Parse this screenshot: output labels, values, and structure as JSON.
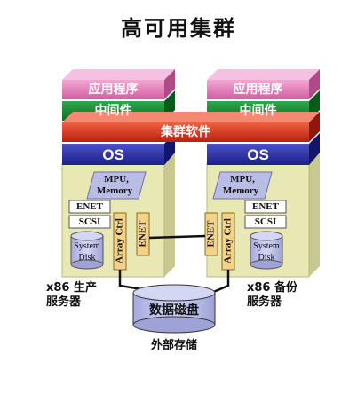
{
  "title": "高可用集群",
  "cluster_bar": {
    "label": "集群软件"
  },
  "left_server": {
    "app_label": "应用程序",
    "middleware_label": "中间件",
    "os_label": "OS",
    "cpu_label_line1": "MPU,",
    "cpu_label_line2": "Memory",
    "enet_label": "ENET",
    "scsi_label": "SCSI",
    "disk_line1": "System",
    "disk_line2": "Disk",
    "array_ctrl_label": "Array Ctrl",
    "enet_card_label": "ENET",
    "caption_line1": "x86 生产",
    "caption_line2": "服务器"
  },
  "right_server": {
    "app_label": "应用程序",
    "middleware_label": "中间件",
    "os_label": "OS",
    "cpu_label_line1": "MPU,",
    "cpu_label_line2": "Memory",
    "enet_label": "ENET",
    "scsi_label": "SCSI",
    "disk_line1": "System",
    "disk_line2": "Disk",
    "array_ctrl_label": "Array Ctrl",
    "enet_card_label": "ENET",
    "caption_line1": "x86 备份",
    "caption_line2": "服务器"
  },
  "storage": {
    "disk_label": "数据磁盘",
    "caption": "外部存储"
  },
  "colors": {
    "app": "#e07ab4",
    "middleware": "#138a2e",
    "cluster": "#d8321c",
    "os": "#2a2fa8",
    "chassis": "#e8e8b0",
    "cpu": "#b9bde6",
    "card": "#f3d28a",
    "disk": "#b9bde6"
  }
}
